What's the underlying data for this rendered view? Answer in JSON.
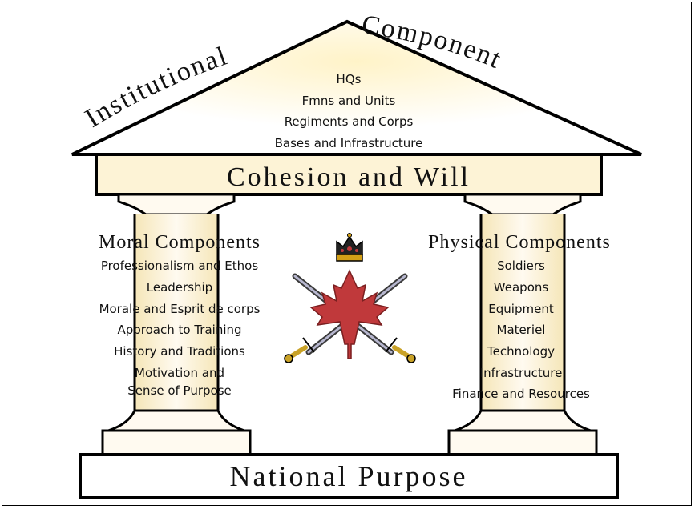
{
  "roof": {
    "title_part1": "Institutional",
    "title_part2": "Component",
    "items": [
      "HQs",
      "Fmns and Units",
      "Regiments and Corps",
      "Bases and Infrastructure"
    ]
  },
  "beam": {
    "title": "Cohesion and Will"
  },
  "left_pillar": {
    "title": "Moral Components",
    "items": [
      "Professionalism and Ethos",
      "Leadership",
      "Morale and Esprit de corps",
      "Approach to Training",
      "History and Traditions",
      "Motivation and",
      "Sense of Purpose"
    ]
  },
  "right_pillar": {
    "title": "Physical Components",
    "items": [
      "Soldiers",
      "Weapons",
      "Equipment",
      "Materiel",
      "Technology",
      "Infrastructure",
      "Finance and Resources"
    ]
  },
  "base": {
    "title": "National Purpose"
  },
  "emblem": {
    "icon": "army-emblem-icon"
  },
  "colors": {
    "pillar": "#fff6dd",
    "pillar_glow": "#ffe9b0",
    "maple": "#c0393b",
    "gold": "#d4a017"
  }
}
